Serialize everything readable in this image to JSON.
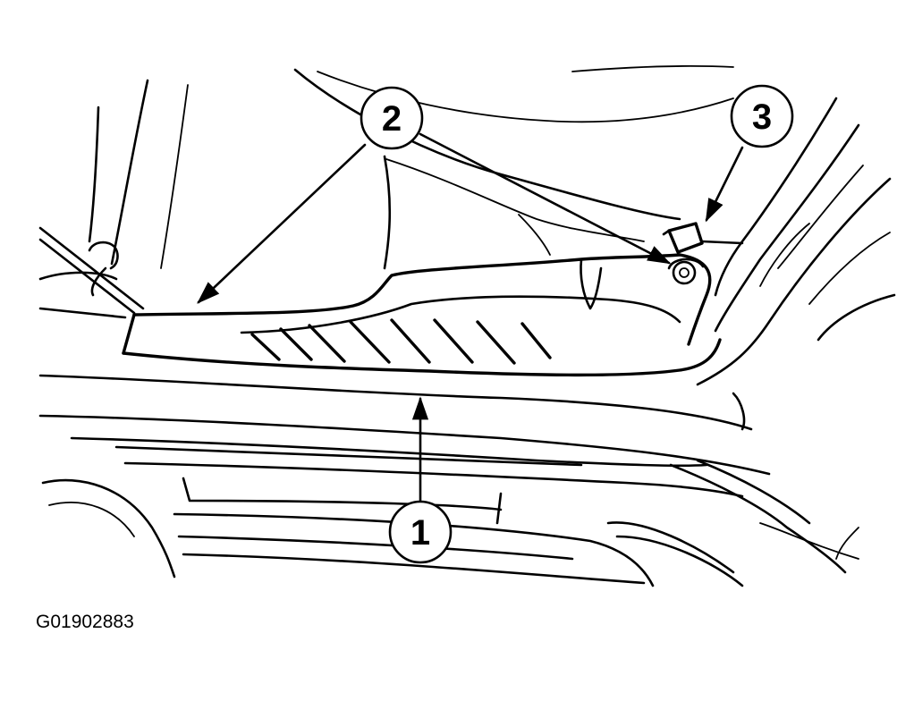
{
  "figure_id": "G01902883",
  "callouts": [
    {
      "label": "1"
    },
    {
      "label": "2"
    },
    {
      "label": "3"
    }
  ]
}
